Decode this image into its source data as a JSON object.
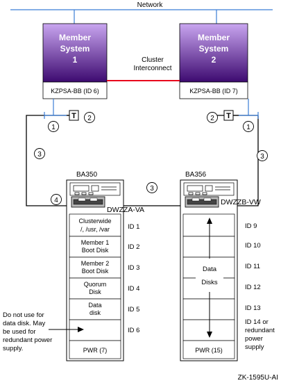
{
  "network": {
    "label": "Network"
  },
  "systems": [
    {
      "line1": "Member",
      "line2": "System",
      "line3": "1",
      "adapter": "KZPSA-BB (ID 6)"
    },
    {
      "line1": "Member",
      "line2": "System",
      "line3": "2",
      "adapter": "KZPSA-BB (ID 7)"
    }
  ],
  "interconnect": {
    "line1": "Cluster",
    "line2": "Interconnect"
  },
  "callouts": {
    "c1": "1",
    "c2": "2",
    "c3": "3",
    "c4": "4",
    "terminator": "T"
  },
  "ba350": {
    "label": "BA350",
    "adapter": "DWZZA-VA",
    "slots": [
      {
        "lines": [
          "Clusterwide",
          "/, /usr, /var"
        ],
        "id": "ID 1"
      },
      {
        "lines": [
          "Member 1",
          "Boot Disk"
        ],
        "id": "ID 2"
      },
      {
        "lines": [
          "Member 2",
          "Boot Disk"
        ],
        "id": "ID 3"
      },
      {
        "lines": [
          "Quorum",
          "Disk"
        ],
        "id": "ID 4"
      },
      {
        "lines": [
          "Data",
          "disk"
        ],
        "id": "ID 5"
      },
      {
        "lines": [],
        "id": "ID 6"
      }
    ],
    "pwr": "PWR (7)"
  },
  "ba356": {
    "label": "BA356",
    "adapter": "DWZZB-VW",
    "ids": [
      "ID 9",
      "ID 10",
      "ID 11",
      "ID 12",
      "ID 13"
    ],
    "id14": [
      "ID 14 or",
      "redundant",
      "power",
      "supply"
    ],
    "data_disks": [
      "Data",
      "Disks"
    ],
    "pwr": "PWR (15)"
  },
  "note": [
    "Do not use for",
    "data disk.  May",
    "be used for",
    "redundant power",
    "supply."
  ],
  "figure_id": "ZK-1595U-AI",
  "colors": {
    "purple_light": "#c9a6f0",
    "purple_dark": "#3d0a70",
    "interconnect": "#e8001c",
    "bus_line": "#3a7dd6"
  }
}
